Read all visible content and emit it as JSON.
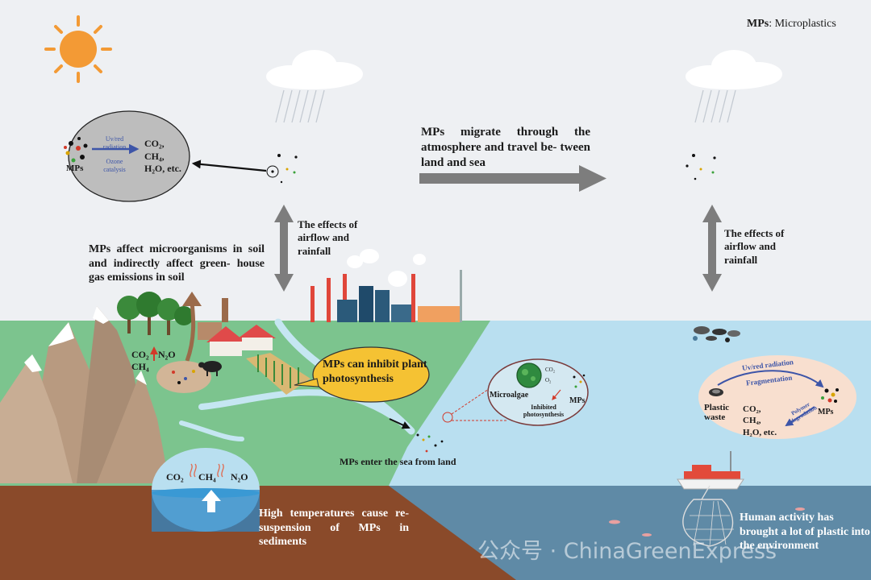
{
  "legend_note": {
    "abbr": "MPs",
    "definition": ": Microplastics"
  },
  "atmosphere": {
    "migration_text": "MPs migrate through the atmosphere and travel be- tween land and sea",
    "airflow_left": "The effects of airflow and rainfall",
    "airflow_right": "The effects of airflow and rainfall"
  },
  "atmospheric_inset": {
    "mps_label": "MPs",
    "process_line1": "Uv/red",
    "process_line2": "radiation",
    "process_line3": "Ozone",
    "process_line4": "catalysis",
    "prod_co2": "CO₂,",
    "prod_ch4": "CH₄,",
    "prod_h2o": "H₂O, etc."
  },
  "soil": {
    "microorganism_text": "MPs affect microorganisms in soil and indirectly affect green- house gas emissions in soil",
    "co2": "CO₂",
    "n2o": "N₂O",
    "ch4": "CH₄"
  },
  "plant_callout": "MPs can inhibit plant photosynthesis",
  "sea_entry_text": "MPs enter the sea from land",
  "microalgae_inset": {
    "microalgae": "Microalgae",
    "mps": "MPs",
    "co2": "CO₂",
    "o2": "O₂",
    "inhibited": "Inhibited photosynthesis"
  },
  "sediment": {
    "gas_co2": "CO₂",
    "gas_ch4": "CH₄",
    "gas_n2o": "N₂O",
    "resuspension_text": "High temperatures cause re-suspension of MPs in sediments"
  },
  "ocean_inset": {
    "uv_label": "Uv/red radiation",
    "frag_label": "Fragmentation",
    "plastic_waste": "Plastic waste",
    "mps": "MPs",
    "poly_label": "Polymer degradation",
    "prod_co2": "CO₂,",
    "prod_ch4": "CH₄,",
    "prod_h2o": "H₂O, etc."
  },
  "human_activity_text": "Human activity has brought a lot of plastic into the environment",
  "watermark": "公众号 · ChinaGreenExpress",
  "colors": {
    "sky": "#eef0f3",
    "land_green": "#7cc48e",
    "sea_light": "#b9dff0",
    "sea_deep": "#5f8aa6",
    "sediment": "#8a4a2a",
    "sun": "#f39a35",
    "arrow_gray": "#7d7d7d",
    "callout_yellow": "#f5c233",
    "inset_pink": "#f8dfcf"
  }
}
